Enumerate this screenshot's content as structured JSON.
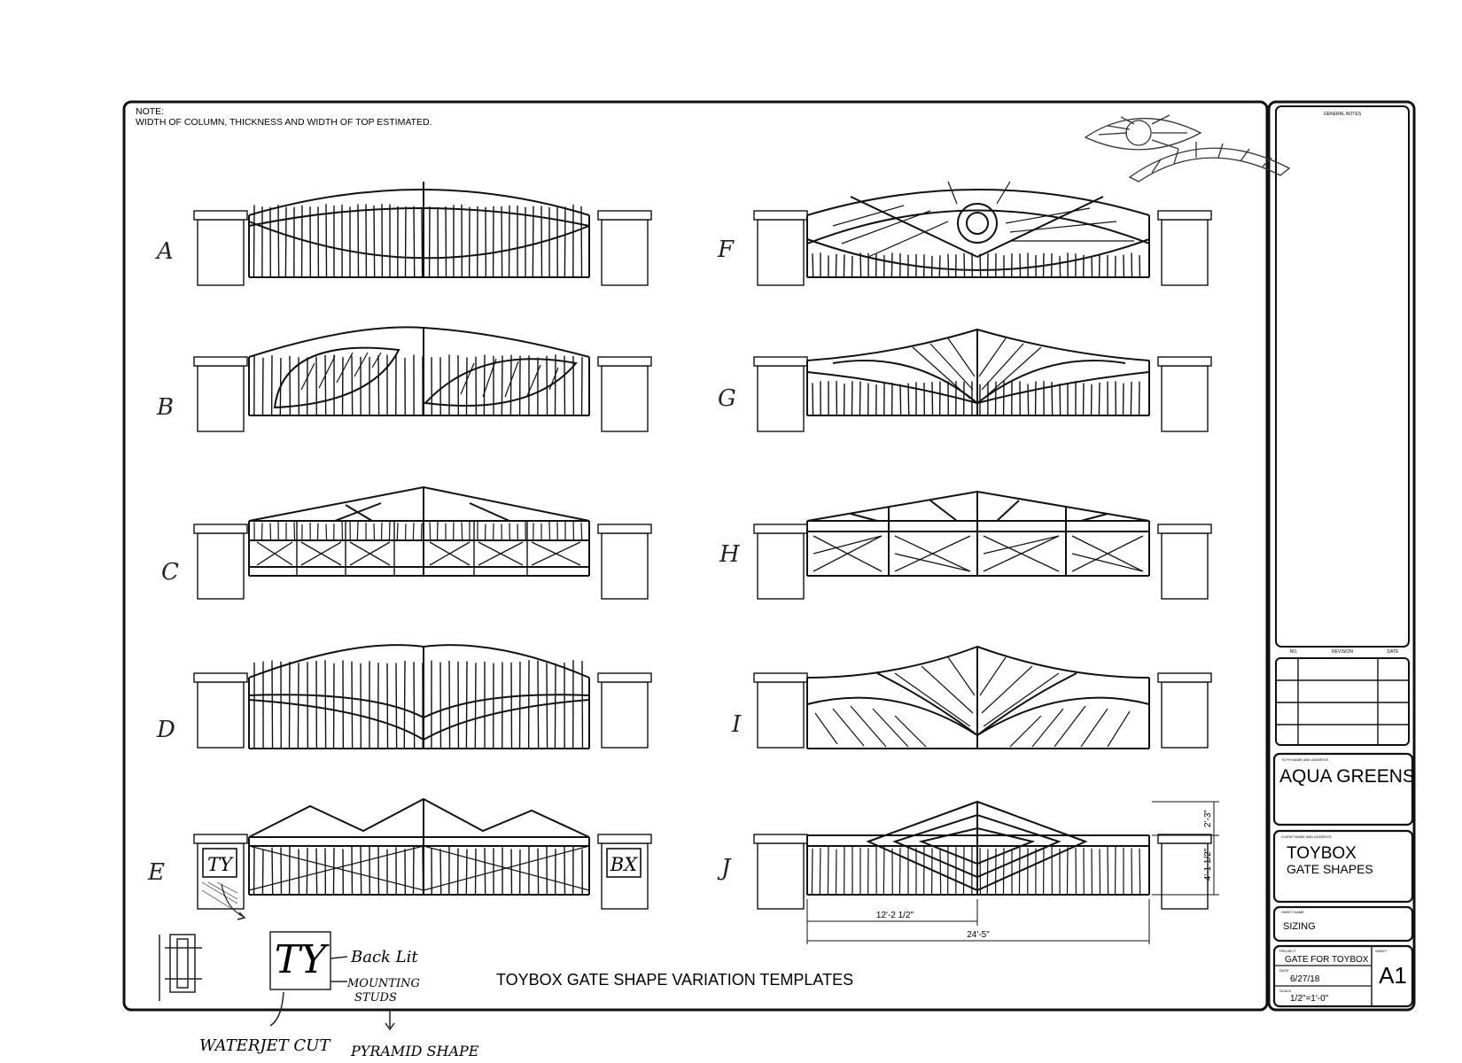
{
  "note": {
    "heading": "NOTE:",
    "text": "WIDTH OF COLUMN, THICKNESS AND WIDTH OF TOP ESTIMATED."
  },
  "sheet_title": "TOYBOX GATE SHAPE VARIATION TEMPLATES",
  "gate_letters": [
    "A",
    "B",
    "C",
    "D",
    "E",
    "F",
    "G",
    "H",
    "I",
    "J"
  ],
  "column_plates": {
    "left": "TY",
    "right": "BX"
  },
  "dimensions": {
    "half_width": "12'-2 1/2\"",
    "full_width": "24'-5\"",
    "top_height": "2'-3\"",
    "gate_height": "4'-1 1/2\""
  },
  "handwritten": {
    "backlit": "Back Lit",
    "mounting": "MOUNTING",
    "studs": "STUDS",
    "waterjet": "WATERJET CUT",
    "pyramid": "PYRAMID SHAPE",
    "plate": "TY"
  },
  "title_block": {
    "general_notes_label": "GENERAL NOTES",
    "revision_headers": [
      "NO.",
      "REVISION",
      "DATE"
    ],
    "client_label": "TOYH NAME AND ADDRESS",
    "client": "AQUA GREENS",
    "project_label": "CLIENT NAME AND ADDRESS",
    "project_line1": "TOYBOX",
    "project_line2": "GATE SHAPES",
    "sheet_name_label": "SHEET NAME",
    "sheet_name": "SIZING",
    "project_field_label": "PROJECT",
    "project": "GATE FOR TOYBOX",
    "sheet_label": "SHEET",
    "date_label": "DATE",
    "date": "6/27/18",
    "scale_label": "SCALE",
    "scale": "1/2\"=1'-0\"",
    "sheet_number": "A1"
  }
}
